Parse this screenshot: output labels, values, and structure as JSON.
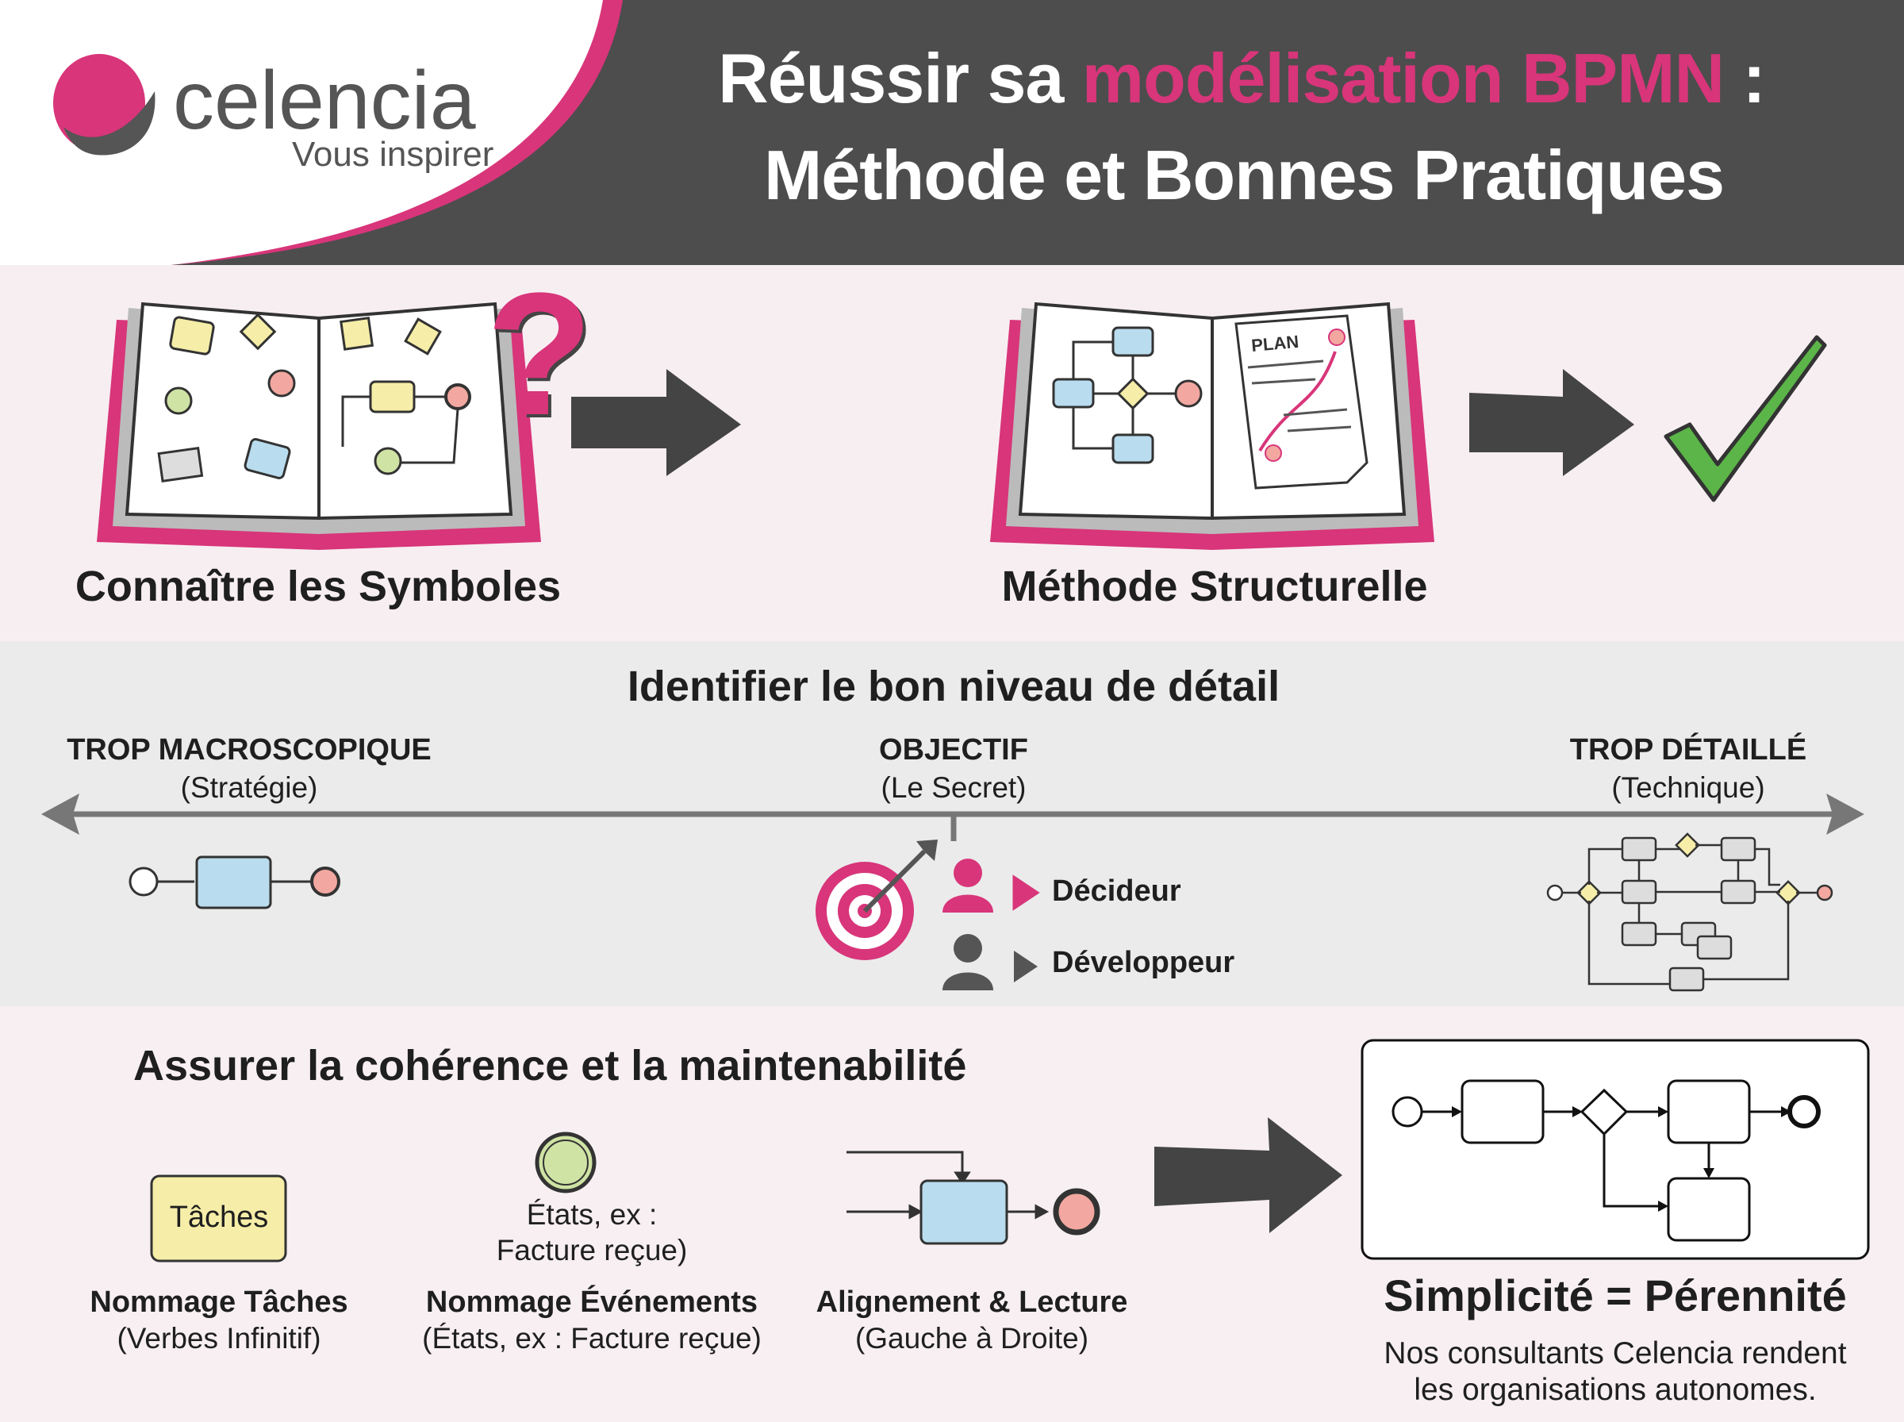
{
  "header": {
    "logo_name": "celencia",
    "logo_tagline": "Vous inspirer",
    "title_part1": "Réussir sa ",
    "title_highlight": "modélisation BPMN",
    "title_part2": " :",
    "title_line2": "Méthode et Bonnes Pratiques"
  },
  "section1": {
    "left_label": "Connaître les Symboles",
    "right_label": "Méthode Structurelle",
    "question_mark": "?",
    "plan_label": "PLAN"
  },
  "section2": {
    "title": "Identifier le bon niveau de détail",
    "left": {
      "title": "TROP MACROSCOPIQUE",
      "subtitle": "(Stratégie)"
    },
    "center": {
      "title": "OBJECTIF",
      "subtitle": "(Le Secret)"
    },
    "right": {
      "title": "TROP DÉTAILLÉ",
      "subtitle": "(Technique)"
    },
    "roles": [
      "Décideur",
      "Développeur"
    ]
  },
  "section3": {
    "title": "Assurer la cohérence et la maintenabilité",
    "task_box": "Tâches",
    "event_caption_1": "États, ex :",
    "event_caption_2": "Facture reçue)",
    "columns": [
      {
        "title": "Nommage Tâches",
        "subtitle": "(Verbes Infinitif)"
      },
      {
        "title": "Nommage Événements",
        "subtitle": "(États, ex : Facture reçue)"
      },
      {
        "title": "Alignement & Lecture",
        "subtitle": "(Gauche à Droite)"
      }
    ],
    "result_title": "Simplicité = Pérennité",
    "result_line1": "Nos consultants Celencia rendent",
    "result_line2": "les organisations autonomes."
  },
  "colors": {
    "pink": "#d8357a",
    "dark": "#4d4d4d",
    "task_yellow": "#f6eea8",
    "task_blue": "#b9dcee",
    "event_green": "#cfe3a4",
    "end_red": "#f2a8a0",
    "check_green": "#5bb548"
  }
}
